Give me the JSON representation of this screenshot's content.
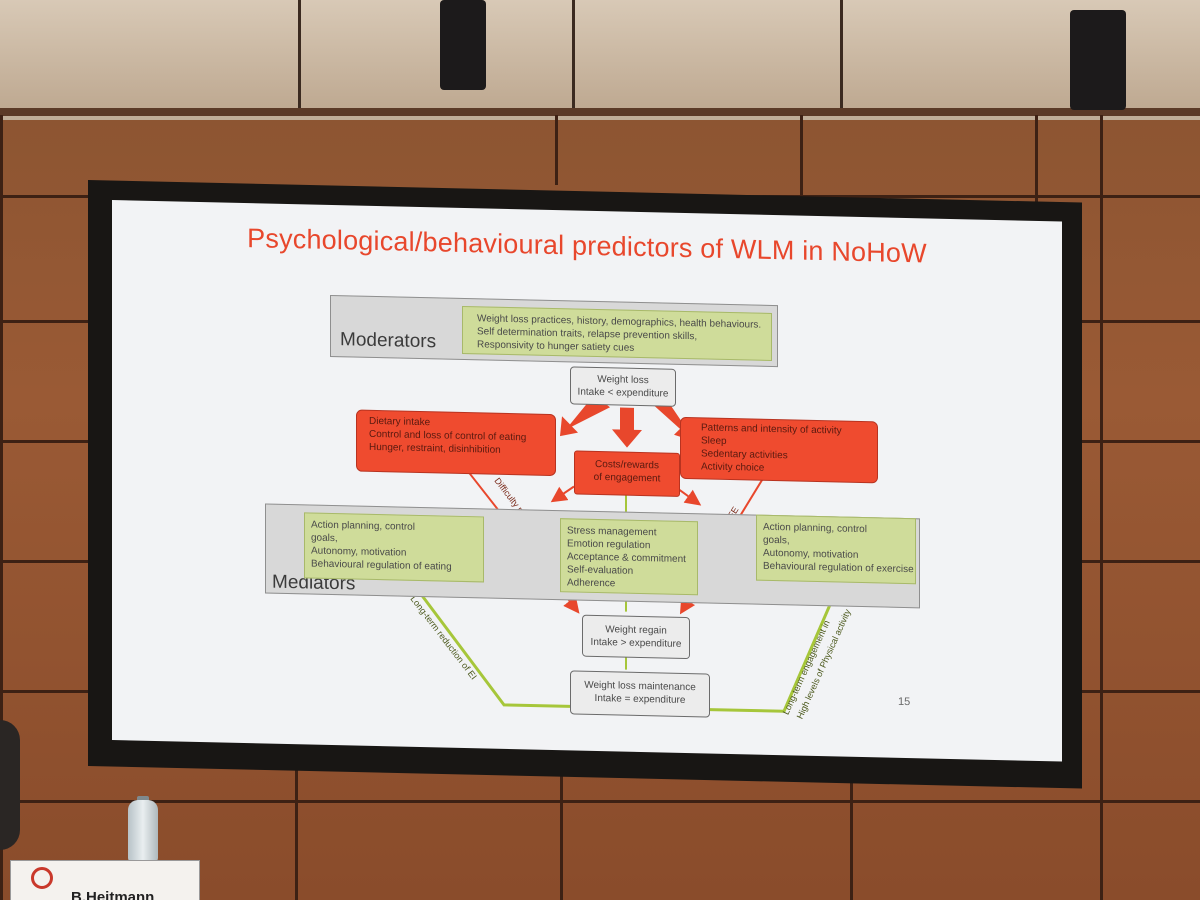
{
  "slide": {
    "title": "Psychological/behavioural predictors of WLM in NoHoW",
    "page_number": "15"
  },
  "moderators": {
    "label": "Moderators",
    "items": [
      "Weight loss practices, history, demographics, health behaviours.",
      "Self determination traits, relapse prevention skills,",
      "Responsivity to hunger satiety cues"
    ]
  },
  "weight_loss": {
    "line1": "Weight loss",
    "line2": "Intake < expenditure"
  },
  "dietary": {
    "lines": [
      "Dietary intake",
      "Control and loss of control of eating",
      "Hunger, restraint, disinhibition"
    ]
  },
  "activity": {
    "lines": [
      "Patterns and intensity of activity",
      "Sleep",
      "Sedentary activities",
      "Activity choice"
    ]
  },
  "costs": {
    "line1": "Costs/rewards",
    "line2": "of engagement"
  },
  "mediators": {
    "label": "Mediators",
    "left": [
      "Action planning, control",
      "goals,",
      "Autonomy, motivation",
      "Behavioural regulation of eating"
    ],
    "center": [
      "Stress management",
      "Emotion regulation",
      "Acceptance & commitment",
      "Self-evaluation",
      "Adherence"
    ],
    "right": [
      "Action planning, control",
      "goals,",
      "Autonomy, motivation",
      "Behavioural regulation of exercise"
    ]
  },
  "weight_regain": {
    "line1": "Weight regain",
    "line2": "Intake > expenditure"
  },
  "maintenance": {
    "line1": "Weight loss maintenance",
    "line2": "Intake = expenditure"
  },
  "arrow_labels": {
    "difficulty": "Difficulty reducing EI",
    "reduced_ee": "Reduced EE",
    "long_term_ei": "Long-term reduction of EI",
    "long_term_pa_1": "Long-term engagement in",
    "long_term_pa_2": "High levels of Physical activity"
  },
  "nameplate": {
    "text": "B.Heitmann"
  },
  "colors": {
    "title": "#e8472c",
    "red_box": "#ef4b2f",
    "green_box": "#cfdc9a",
    "gray_box": "#d8d8d8",
    "red_arrow": "#e8472c",
    "green_line": "#a6c63a"
  }
}
